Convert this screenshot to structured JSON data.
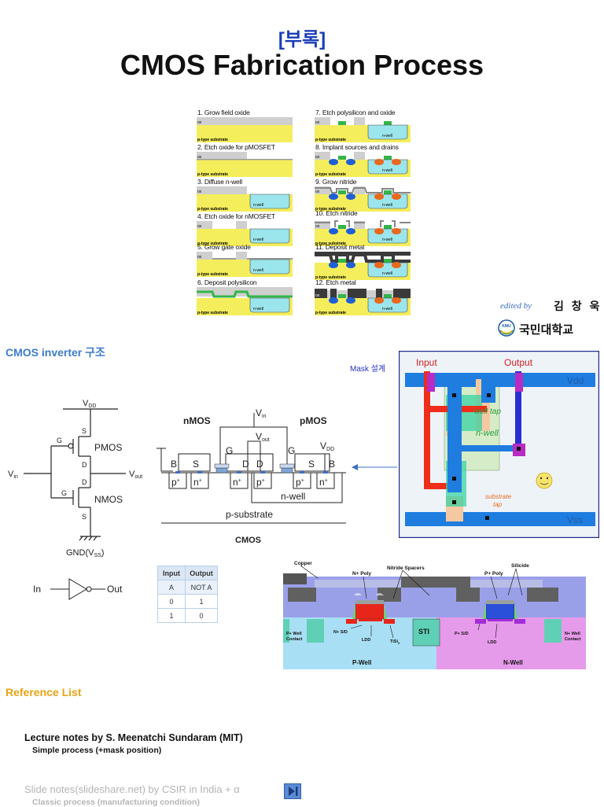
{
  "header": {
    "label": "[부록]",
    "title": "CMOS Fabrication Process"
  },
  "fab_steps": [
    {
      "caption": "1. Grow field oxide",
      "ox": "ox",
      "sub": "p-type substrate"
    },
    {
      "caption": "2. Etch oxide for pMOSFET",
      "ox": "ox",
      "sub": "p-type substrate"
    },
    {
      "caption": "3. Diffuse n-well",
      "ox": "ox",
      "sub": "p-type substrate",
      "well": "n-well"
    },
    {
      "caption": "4. Etch oxide for nMOSFET",
      "ox": "ox",
      "sub": "p-type substrate",
      "well": "n-well"
    },
    {
      "caption": "5. Grow gate oxide",
      "ox": "ox",
      "sub": "p-type substrate",
      "well": "n-well"
    },
    {
      "caption": "6. Deposit polysilicon",
      "ox": "",
      "sub": "p-type substrate",
      "well": "n-well"
    },
    {
      "caption": "7. Etch polysilicon and oxide",
      "ox": "ox",
      "sub": "p-type substrate",
      "well": "n-well"
    },
    {
      "caption": "8. Implant sources and drains",
      "ox": "ox",
      "sub": "p-type substrate",
      "well": "n-well"
    },
    {
      "caption": "9. Grow nitride",
      "ox": "ox",
      "sub": "p-type substrate",
      "well": "n-well"
    },
    {
      "caption": "10. Etch nitride",
      "ox": "ox",
      "sub": "p-type substrate",
      "well": "n-well"
    },
    {
      "caption": "11. Deposit metal",
      "ox": "ox",
      "sub": "p-type substrate",
      "well": "n-well"
    },
    {
      "caption": "12. Etch metal",
      "ox": "ox",
      "sub": "p-type substrate",
      "well": "n-well"
    }
  ],
  "credit": {
    "edited_by": "edited by",
    "author": "김 창 욱",
    "university": "국민대학교",
    "logo": "KMU"
  },
  "inverter": {
    "section_title": "CMOS inverter 구조",
    "vdd": "V",
    "vdd_sub": "DD",
    "vin": "V",
    "vin_sub": "in",
    "vout": "V",
    "vout_sub": "out",
    "gnd": "GND(V",
    "gnd_sub": "SS",
    "gnd_close": ")",
    "pmos": "PMOS",
    "nmos": "NMOS",
    "g": "G",
    "s": "S",
    "d": "D"
  },
  "cross_section": {
    "nmos": "nMOS",
    "pmos": "pMOS",
    "vin": "V",
    "vin_sub": "in",
    "vout": "V",
    "vout_sub": "out",
    "vdd": "V",
    "vdd_sub": "DD",
    "b": "B",
    "s": "S",
    "g": "G",
    "d": "D",
    "pplus": "p",
    "nplus": "n",
    "plus": "+",
    "nwell": "n-well",
    "psub": "p-substrate",
    "caption": "CMOS"
  },
  "mask": {
    "label": "Mask 설계",
    "input": "Input",
    "output": "Output",
    "vdd": "Vdd",
    "vss": "Vss",
    "well_tap": "well tap",
    "nwell": "n-well",
    "substrate": "substrate",
    "tap": "tap"
  },
  "gate": {
    "in": "In",
    "out": "Out"
  },
  "truth_table": {
    "headers": [
      "Input",
      "Output"
    ],
    "rows": [
      [
        "A",
        "NOT A"
      ],
      [
        "0",
        "1"
      ],
      [
        "1",
        "0"
      ]
    ]
  },
  "device": {
    "copper": "Copper",
    "nplus_poly": "N+ Poly",
    "nitride": "Nitride Spacers",
    "pplus_poly": "P+ Poly",
    "silicide": "Silicide",
    "pwell_contact_1": "P+ Well",
    "pwell_contact_2": "Contact",
    "nsd": "N+ S/D",
    "ldd": "LDD",
    "tisi": "TiSi",
    "tisi_sub": "2",
    "sti": "STI",
    "psd": "P+ S/D",
    "ldd2": "LDD",
    "nwell_contact_1": "N+ Well",
    "nwell_contact_2": "Contact",
    "pwell": "P-Well",
    "nwell": "N-Well"
  },
  "references": {
    "heading": "Reference List",
    "items": [
      {
        "title": "Lecture notes by S. Meenatchi Sundaram (MIT)",
        "sub": "Simple process (+mask position)"
      },
      {
        "title": "Slide notes(slideshare.net) by CSIR in India + α",
        "sub": "Classic process (manufacturing condition)"
      }
    ]
  },
  "colors": {
    "heading_blue": "#1a3cb8",
    "section_blue": "#3d7cc9",
    "reference_orange": "#e8a313",
    "substrate": "#f5ee5c",
    "nwell": "#9be5ec",
    "oxide": "#cfcfcf",
    "poly": "#33b54a",
    "metal": "#3a3a3a"
  }
}
